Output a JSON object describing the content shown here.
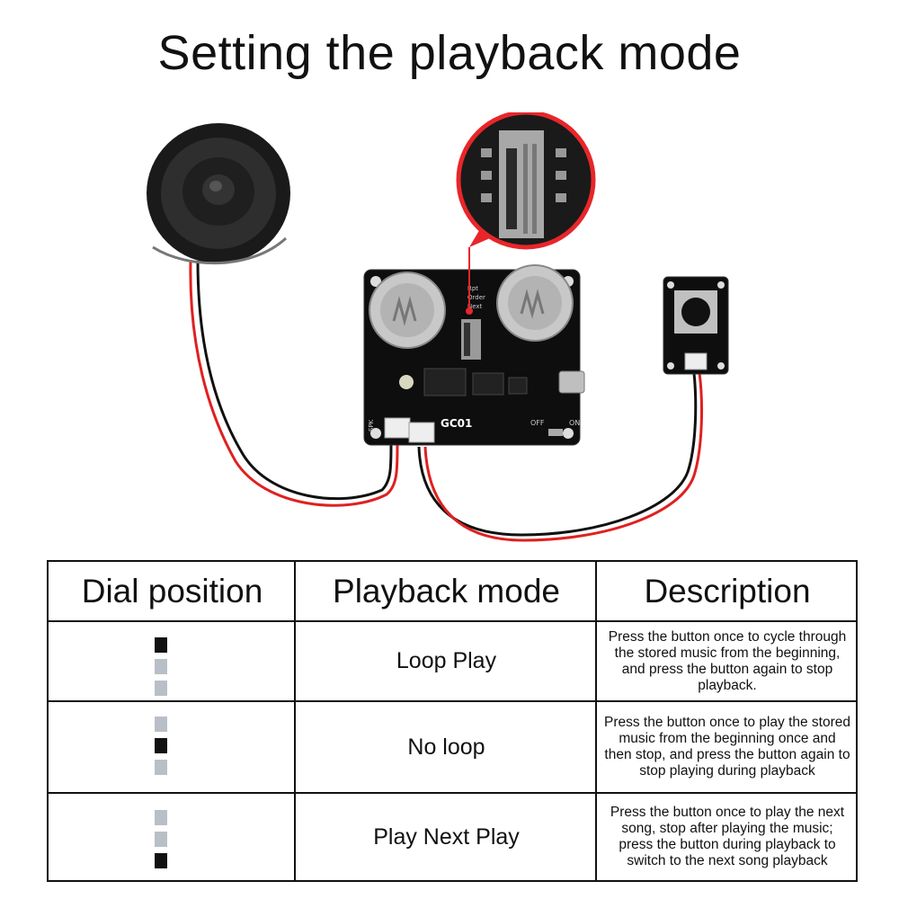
{
  "title": "Setting the playback mode",
  "board": {
    "label": "GC01",
    "switch_labels": [
      "Rpt",
      "Order",
      "Next"
    ],
    "spk_label": "SPK",
    "off_label": "OFF",
    "on_label": "ON"
  },
  "table": {
    "headers": [
      "Dial position",
      "Playback mode",
      "Description"
    ],
    "rows": [
      {
        "dial_on": 0,
        "mode": "Loop Play",
        "description": "Press the button once to cycle through the stored music from the beginning, and press the button again to stop playback."
      },
      {
        "dial_on": 1,
        "mode": "No loop",
        "description": "Press the button once to play the stored music from the beginning once and then stop, and press the button again to stop playing during playback"
      },
      {
        "dial_on": 2,
        "mode": "Play Next Play",
        "description": "Press the button once to play the next song, stop after playing the music; press the button during playback to switch to the next song playback"
      }
    ]
  },
  "colors": {
    "dial_on": "#111111",
    "dial_off": "#b9bfc7",
    "wire_red": "#e02020",
    "wire_black": "#111111",
    "callout_red": "#e8262a"
  }
}
